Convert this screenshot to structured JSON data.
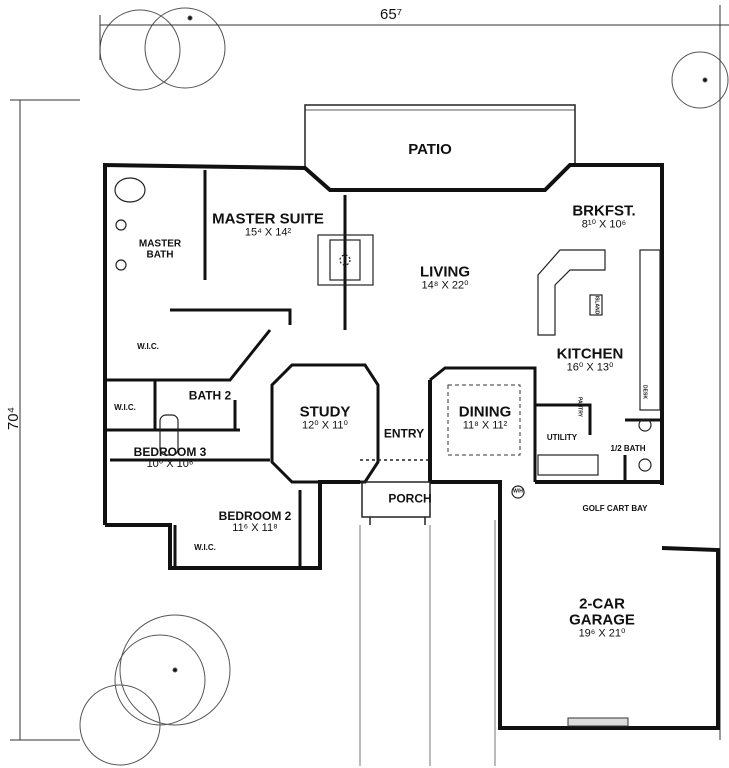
{
  "overall": {
    "width": "65⁷",
    "depth": "70⁴"
  },
  "rooms": {
    "patio": {
      "name": "PATIO"
    },
    "master_suite": {
      "name": "MASTER SUITE",
      "dims": "15⁴ X 14²"
    },
    "master_bath": {
      "name": "MASTER BATH"
    },
    "wic_master": {
      "name": "W.I.C."
    },
    "wic_2": {
      "name": "W.I.C."
    },
    "wic_3": {
      "name": "W.I.C."
    },
    "bath2": {
      "name": "BATH 2"
    },
    "bedroom3": {
      "name": "BEDROOM 3",
      "dims": "10⁰ X 10⁶"
    },
    "bedroom2": {
      "name": "BEDROOM 2",
      "dims": "11⁶ X 11⁸"
    },
    "study": {
      "name": "STUDY",
      "dims": "12⁰ X 11⁰"
    },
    "living": {
      "name": "LIVING",
      "dims": "14⁸ X 22⁰"
    },
    "entry": {
      "name": "ENTRY"
    },
    "porch": {
      "name": "PORCH"
    },
    "dining": {
      "name": "DINING",
      "dims": "11⁸ X 11²"
    },
    "brkfst": {
      "name": "BRKFST.",
      "dims": "8¹⁰ X 10⁶"
    },
    "kitchen": {
      "name": "KITCHEN",
      "dims": "16⁰ X 13⁰"
    },
    "island": {
      "name": "ISLAND"
    },
    "pantry": {
      "name": "PANTRY"
    },
    "desk": {
      "name": "DESK"
    },
    "utility": {
      "name": "UTILITY"
    },
    "half_bath": {
      "name": "1/2 BATH"
    },
    "water_heater": {
      "name": "W/H"
    },
    "golf_cart_bay": {
      "name": "GOLF CART BAY"
    },
    "garage": {
      "name": "2-CAR GARAGE",
      "dims": "19⁶ X 21⁰"
    }
  }
}
